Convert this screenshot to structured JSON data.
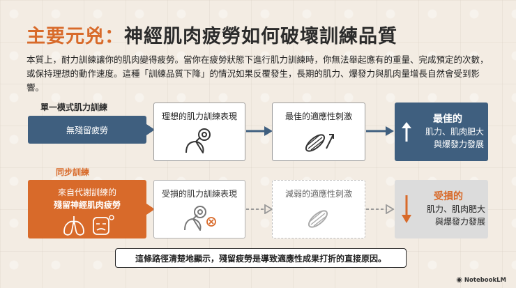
{
  "title": {
    "highlight": "主要元兇：",
    "rest": "神經肌肉疲勞如何破壞訓練品質"
  },
  "intro": "本質上，耐力訓練讓你的肌肉變得疲勞。當你在疲勞狀態下進行肌力訓練時，你無法舉起應有的重量、完成預定的次數，或保持理想的動作速度。這種「訓練品質下降」的情況如果反覆發生，長期的肌力、爆發力與肌肉量增長自然會受到影響。",
  "row1": {
    "label": "單一模式肌力訓練",
    "start": "無殘留疲勞",
    "step1": "理想的肌力訓練表現",
    "step2": "最佳的適應性刺激",
    "result_title": "最佳的",
    "result_line1": "肌力、肌肉肥大",
    "result_line2": "與爆發力發展"
  },
  "row2": {
    "label": "同步訓練",
    "start_line1": "來自代謝訓練的",
    "start_line2": "殘留神經肌肉疲勞",
    "step1": "受損的肌力訓練表現",
    "step2": "減弱的適應性刺激",
    "result_title": "受損的",
    "result_line1": "肌力、肌肉肥大",
    "result_line2": "與爆發力發展"
  },
  "footer": "這條路徑清楚地顯示，殘留疲勞是導致適應性成果打折的直接原因。",
  "brand": "NotebookLM",
  "colors": {
    "accent": "#d86a2a",
    "navy": "#3f5f7f",
    "background": "#f3ece3"
  }
}
